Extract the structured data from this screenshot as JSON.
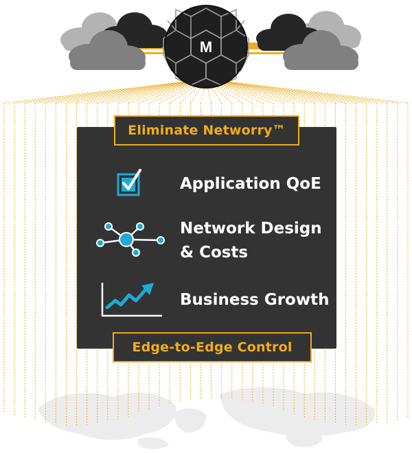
{
  "colors": {
    "accent": "#f0ad1e",
    "panel": "#333333",
    "icon": "#1fa9d6",
    "text": "#ffffff",
    "cloud_light": "#b3b3b3",
    "cloud_mid": "#808080",
    "cloud_dark": "#262626",
    "globe": "#1f1f1f",
    "map": "#ececec"
  },
  "hub": {
    "logo_letter": "M"
  },
  "banners": {
    "top": "Eliminate Networry™",
    "bottom": "Edge-to-Edge Control"
  },
  "items": [
    {
      "label": "Application QoE",
      "icon": "checkbox-icon"
    },
    {
      "label": "Network Design\n& Costs",
      "icon": "network-nodes-icon"
    },
    {
      "label": "Business Growth",
      "icon": "growth-chart-icon"
    }
  ]
}
